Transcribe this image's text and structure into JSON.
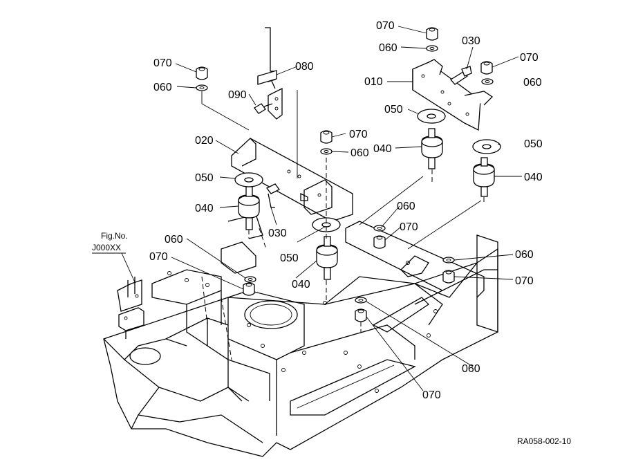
{
  "diagram": {
    "labels": {
      "l070_a": "070",
      "l060_a": "060",
      "l030_a": "030",
      "l070_b": "070",
      "l060_b": "060",
      "l010": "010",
      "l050_a": "050",
      "l040_a": "040",
      "l050_b": "050",
      "l040_b": "040",
      "l070_c": "070",
      "l060_c": "060",
      "l080": "080",
      "l090": "090",
      "l020": "020",
      "l070_d": "070",
      "l060_d": "060",
      "l050_c": "050",
      "l040_c": "040",
      "l030_b": "030",
      "l050_d": "050",
      "l040_d": "040",
      "l060_e": "060",
      "l070_e": "070",
      "l060_f": "060",
      "l070_f": "070",
      "l060_g": "060",
      "l070_g": "070",
      "l060_h": "060",
      "l070_h": "070",
      "fig_no": "Fig.No.",
      "fig_ref": "J000XX",
      "drawing_code": "RA058-002-10"
    }
  }
}
